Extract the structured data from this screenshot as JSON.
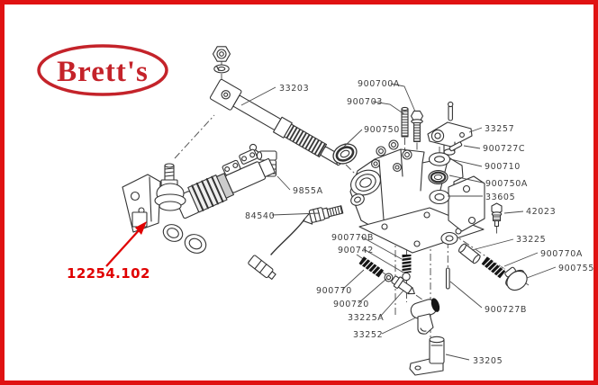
{
  "logo": {
    "text": "Brett's"
  },
  "diagram": {
    "title_semantic": "exploded-parts-diagram",
    "part_labels": [
      "33203",
      "900700A",
      "900703",
      "900750",
      "33257",
      "900727C",
      "900710",
      "900750A",
      "33605",
      "42023",
      "9855A",
      "84540",
      "33225",
      "900770B",
      "900742",
      "900770A",
      "900755",
      "900770",
      "900720",
      "33225A",
      "900727B",
      "33252",
      "33205"
    ],
    "highlight": {
      "text": "12254.102"
    }
  },
  "colors": {
    "border_red": "#e01212",
    "logo_red": "#c4232a",
    "highlight_red": "#e00000",
    "line_dark": "#333333",
    "label_gray": "#3d3d3d"
  }
}
